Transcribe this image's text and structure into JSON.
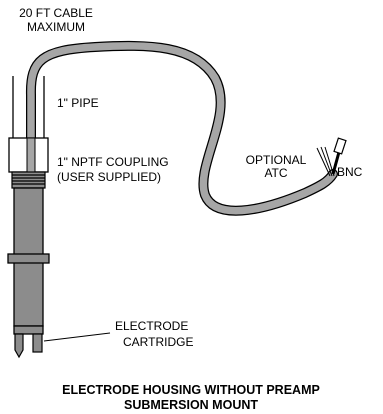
{
  "labels": {
    "cable_line1": "20 FT CABLE",
    "cable_line2": "MAXIMUM",
    "pipe": "1\" PIPE",
    "coupling_line1": "1\" NPTF COUPLING",
    "coupling_line2": "(USER SUPPLIED)",
    "atc_line1": "OPTIONAL",
    "atc_line2": "ATC",
    "bnc": "BNC",
    "cartridge_line1": "ELECTRODE",
    "cartridge_line2": "CARTRIDGE"
  },
  "caption": {
    "line1": "ELECTRODE HOUSING WITHOUT PREAMP",
    "line2": "SUBMERSION MOUNT"
  },
  "colors": {
    "cable": "#a6a6a6",
    "housing": "#8c8c8c",
    "outline": "#000000"
  }
}
